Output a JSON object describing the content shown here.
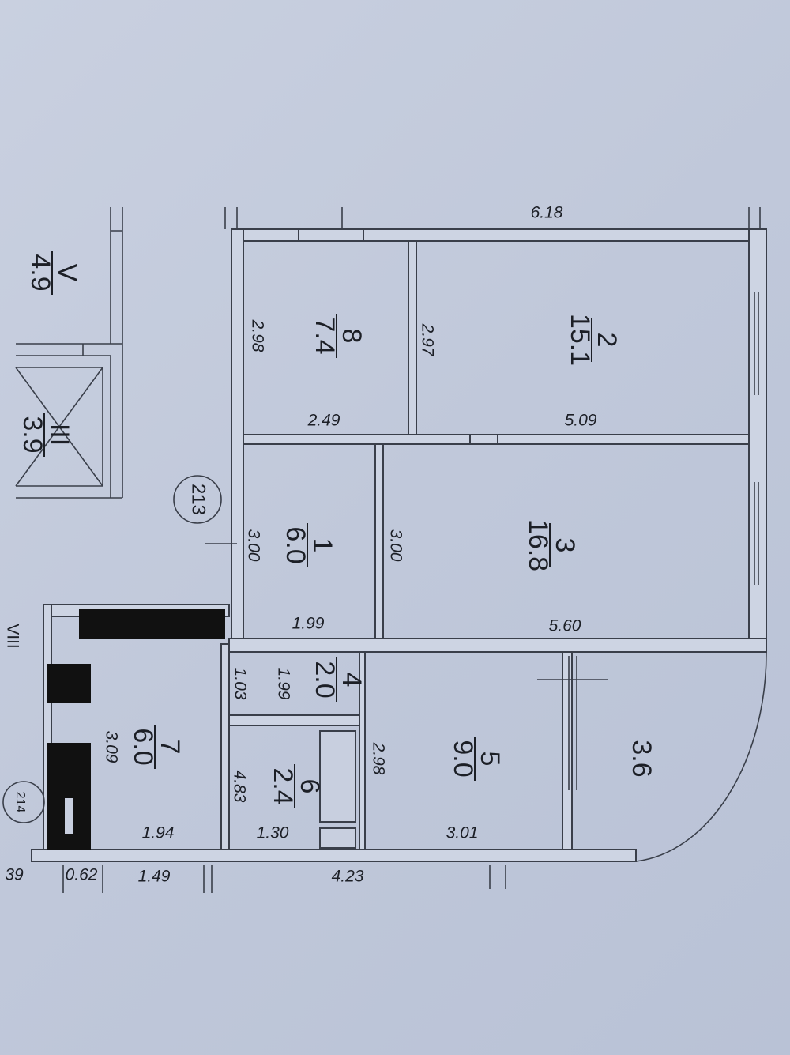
{
  "rooms": [
    {
      "number": "8",
      "area": "7.4"
    },
    {
      "number": "2",
      "area": "15.1"
    },
    {
      "number": "1",
      "area": "6.0"
    },
    {
      "number": "3",
      "area": "16.8"
    },
    {
      "number": "4",
      "area": "2.0"
    },
    {
      "number": "6",
      "area": "2.4"
    },
    {
      "number": "5",
      "area": "9.0"
    },
    {
      "number": "7",
      "area": "6.0"
    },
    {
      "number": "",
      "area": "3.6"
    }
  ],
  "neighbors": [
    {
      "number": "V",
      "area": "4.9"
    },
    {
      "number": "III",
      "area": "3.9"
    }
  ],
  "apartment_number": "213",
  "partial_labels": {
    "left_room": "VIII",
    "left_circle": "214"
  },
  "dimensions": {
    "top_total": "6.18",
    "r8_height": "2.98",
    "r8_width": "2.49",
    "r2_height": "2.97",
    "r2_width": "5.09",
    "r1_height": "3.00",
    "r1_width": "1.99",
    "r3_height": "3.00",
    "r3_width": "5.60",
    "r4_height": "1.03",
    "r4_width": "1.99",
    "r6_height": "4.83",
    "r6_width": "1.30",
    "r5_height": "2.98",
    "r5_width": "3.01",
    "r7_height": "3.09",
    "r7_width": "1.94",
    "bottom_a": "39",
    "bottom_b": "0.62",
    "bottom_c": "1.49",
    "bottom_d": "4.23"
  }
}
